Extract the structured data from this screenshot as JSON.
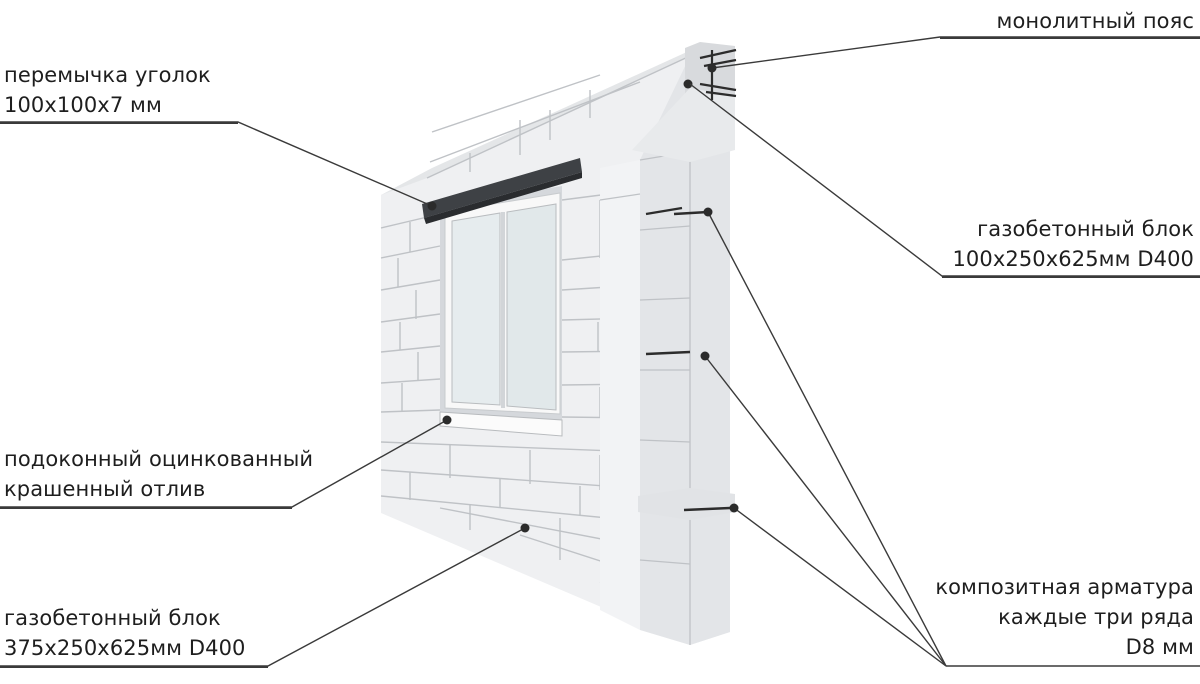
{
  "labels": {
    "monolithic_belt": "монолитный пояс",
    "lintel": [
      "перемычка уголок",
      "100x100x7 мм"
    ],
    "partition_block": [
      "газобетонный блок",
      "100x250x625мм D400"
    ],
    "sill": [
      "подоконный оцинкованный",
      "крашенный отлив"
    ],
    "wall_block": [
      "газобетонный блок",
      "375x250x625мм D400"
    ],
    "rebar": [
      "композитная арматура",
      "каждые три ряда",
      "D8 мм"
    ]
  },
  "colors": {
    "block_face": "#f1f2f4",
    "block_side": "#d9dbde",
    "block_top": "#e6e8ea",
    "joint": "#b9bcc0",
    "lintel": "#3f4246",
    "window_frame": "#f7f7f7",
    "glass": "#e4eaec",
    "leader": "#3a3a3a",
    "text": "#1e1e1e"
  }
}
